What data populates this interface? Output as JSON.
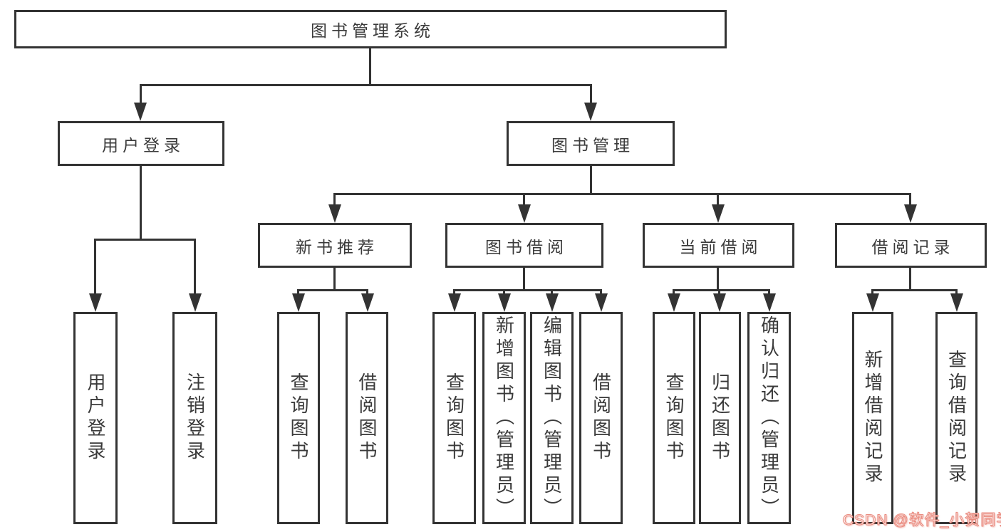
{
  "diagram": {
    "colors": {
      "line": "#333333",
      "box_border": "#333333",
      "text": "#3a3a3a",
      "watermark_fill": "#ffffff",
      "watermark_outline": "#e98a7e"
    },
    "root": {
      "label": "图书管理系统",
      "children": [
        {
          "label": "用户登录",
          "children": [
            {
              "label": "用户登录"
            },
            {
              "label": "注销登录"
            }
          ]
        },
        {
          "label": "图书管理",
          "children": [
            {
              "label": "新书推荐",
              "children": [
                {
                  "label": "查询图书"
                },
                {
                  "label": "借阅图书"
                }
              ]
            },
            {
              "label": "图书借阅",
              "children": [
                {
                  "label": "查询图书"
                },
                {
                  "label": "新增图书（管理员）"
                },
                {
                  "label": "编辑图书（管理员）"
                },
                {
                  "label": "借阅图书"
                }
              ]
            },
            {
              "label": "当前借阅",
              "children": [
                {
                  "label": "查询图书"
                },
                {
                  "label": "归还图书"
                },
                {
                  "label": "确认归还（管理员）"
                }
              ]
            },
            {
              "label": "借阅记录",
              "children": [
                {
                  "label": "新增借阅记录"
                },
                {
                  "label": "查询借阅记录"
                }
              ]
            }
          ]
        }
      ]
    },
    "watermark": "CSDN @软件_小贺同学"
  }
}
